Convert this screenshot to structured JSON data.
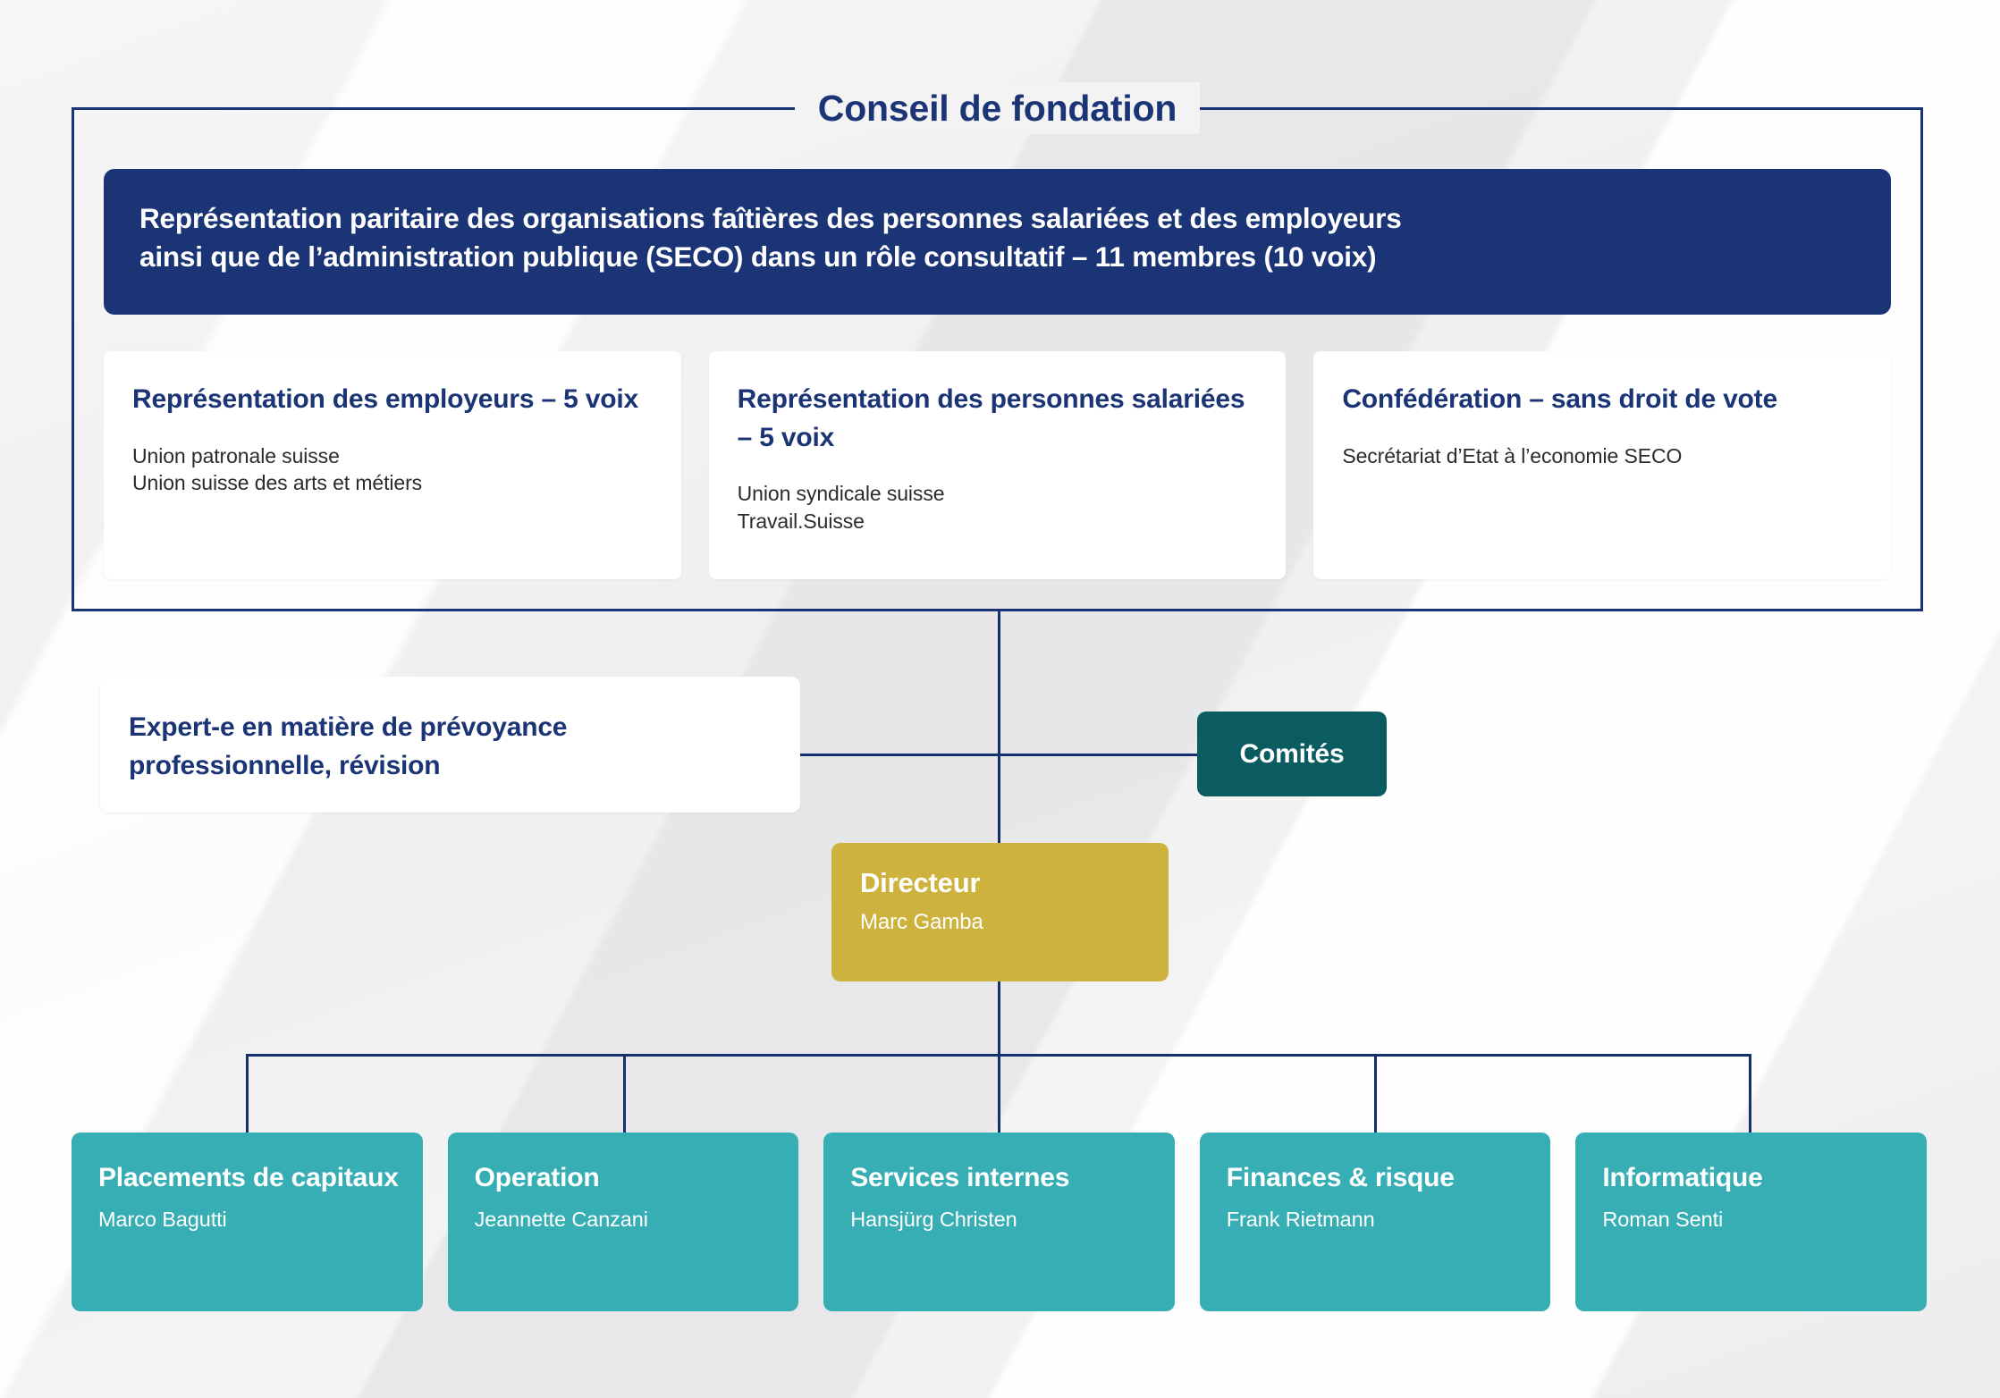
{
  "chart_data": {
    "type": "diagram",
    "title": "Conseil de fondation",
    "layout": "organizational chart"
  },
  "conseil": {
    "title": "Conseil de fondation",
    "banner": {
      "line1": "Représentation paritaire des organisations faîtières des personnes salariées et des employeurs",
      "line2": "ainsi que de l’administration publique (SECO) dans un rôle consultatif – 11 membres (10 voix)"
    },
    "cards": [
      {
        "heading": "Représentation des employeurs – 5 voix",
        "members": [
          "Union patronale suisse",
          "Union suisse des arts et métiers"
        ]
      },
      {
        "heading": "Représentation des personnes salariées – 5 voix",
        "members": [
          "Union syndicale suisse",
          "Travail.Suisse"
        ]
      },
      {
        "heading": "Confédération – sans droit de vote",
        "members": [
          "Secrétariat d’Etat à l’economie SECO"
        ]
      }
    ]
  },
  "expert": {
    "line1": "Expert-e en matière de prévoyance",
    "line2": "professionnelle, révision"
  },
  "comites": {
    "label": "Comités"
  },
  "directeur": {
    "role": "Directeur",
    "person": "Marc Gamba"
  },
  "departments": [
    {
      "role": "Placements de capitaux",
      "person": "Marco Bagutti"
    },
    {
      "role": "Operation",
      "person": "Jeannette Canzani"
    },
    {
      "role": "Services internes",
      "person": "Hansjürg Christen"
    },
    {
      "role": "Finances & risque",
      "person": "Frank Rietmann"
    },
    {
      "role": "Informatique",
      "person": "Roman Senti"
    }
  ],
  "colors": {
    "navy": "#1B3476",
    "line": "#14306E",
    "teal": "#36AEB4",
    "dark_teal": "#0B5C61",
    "gold": "#CDB23D",
    "white": "#FFFFFF"
  }
}
